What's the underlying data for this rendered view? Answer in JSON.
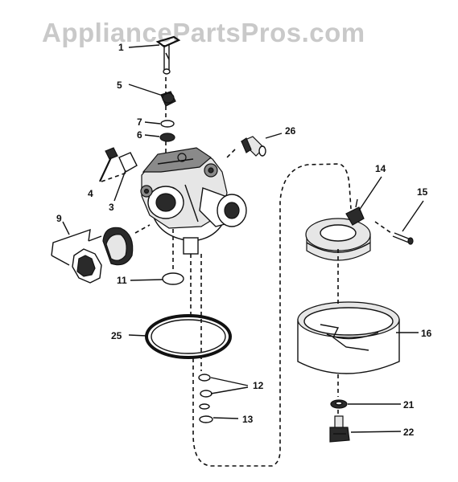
{
  "watermark": "AppliancePartsPros.com",
  "callouts": {
    "c1": "1",
    "c3": "3",
    "c4": "4",
    "c5": "5",
    "c6": "6",
    "c7": "7",
    "c9": "9",
    "c11": "11",
    "c12": "12",
    "c13": "13",
    "c14": "14",
    "c15": "15",
    "c16": "16",
    "c21": "21",
    "c22": "22",
    "c25": "25",
    "c26": "26"
  }
}
